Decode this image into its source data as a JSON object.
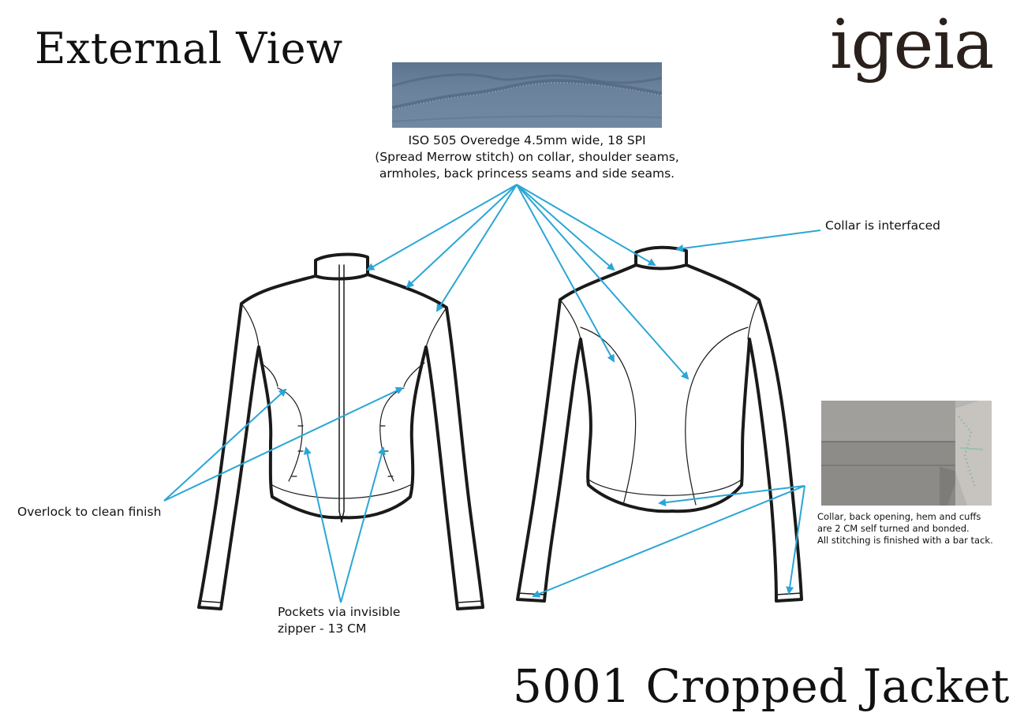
{
  "header": {
    "title": "External View",
    "brand": "igeia"
  },
  "annotations": {
    "stitch_spec": [
      "ISO 505 Overedge 4.5mm wide, 18 SPI",
      "(Spread Merrow stitch) on collar, shoulder seams,",
      "armholes, back princess seams and side seams."
    ],
    "collar": "Collar is interfaced",
    "overlock": "Overlock to clean finish",
    "pockets": [
      "Pockets via invisible",
      "zipper - 13 CM"
    ],
    "cuffs": [
      "Collar, back opening, hem and cuffs",
      "are 2 CM self turned and bonded.",
      "All stitching is finished with a bar tack."
    ]
  },
  "footer": {
    "product": "5001 Cropped Jacket"
  },
  "colors": {
    "arrow": "#2aa6d6",
    "outline": "#1a1a1a",
    "logo": "#2b211c"
  }
}
